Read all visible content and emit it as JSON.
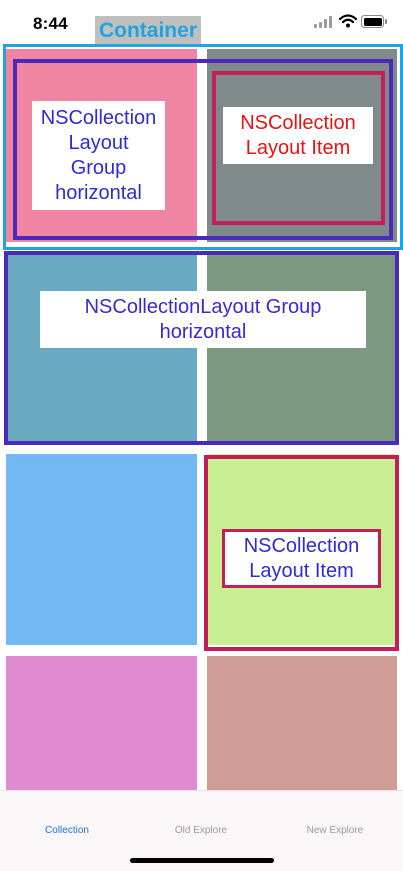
{
  "status_bar": {
    "time": "8:44",
    "icons": [
      "signal-icon",
      "wifi-icon",
      "battery-icon"
    ]
  },
  "overlay": {
    "container_label": "Container",
    "group_label_top": [
      "NSCollection",
      "Layout",
      "Group",
      "horizontal"
    ],
    "item_label_top": [
      "NSCollection",
      "Layout Item"
    ],
    "group_label_middle": [
      "NSCollectionLayout Group",
      "horizontal"
    ],
    "item_label_bottom": [
      "NSCollection",
      "Layout Item"
    ]
  },
  "colors": {
    "container_border": "#1fa4e0",
    "group_border": "#4a2ab8",
    "item_border": "#c21e5a",
    "cell_pink": "#ef84a3",
    "cell_gray": "#808a8a",
    "cell_teal": "#6aaac0",
    "cell_green": "#7c9a80",
    "cell_blue": "#73b8f2",
    "cell_lime": "#c8f092",
    "cell_orchid": "#e08bd0",
    "cell_rose": "#cf9c96",
    "tab_active": "#1f72e0",
    "tab_inactive": "#9a9a9a"
  },
  "tab_bar": {
    "tabs": [
      {
        "label": "Collection",
        "active": true
      },
      {
        "label": "Old Explore",
        "active": false
      },
      {
        "label": "New Explore",
        "active": false
      }
    ]
  }
}
